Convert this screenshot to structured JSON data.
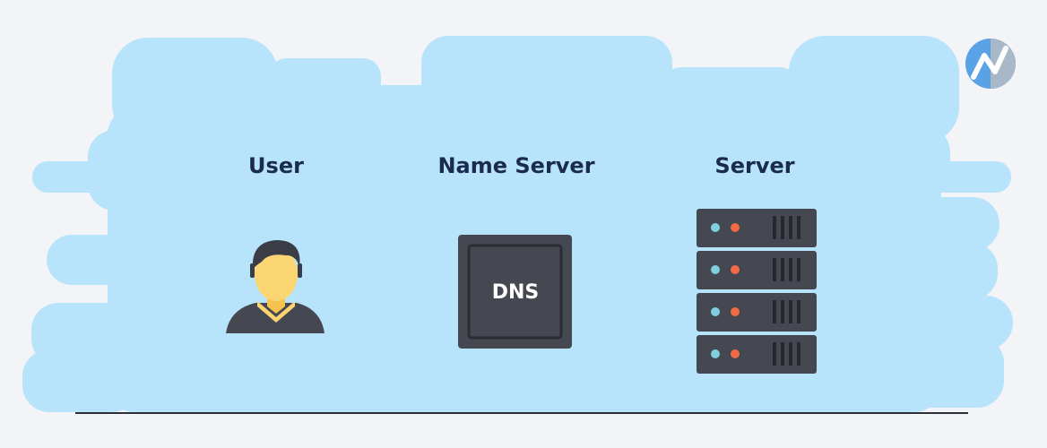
{
  "nodes": {
    "user": {
      "label": "User"
    },
    "name_server": {
      "label": "Name Server",
      "badge": "DNS"
    },
    "server": {
      "label": "Server"
    }
  },
  "colors": {
    "cloud": "#b8e4fb",
    "background": "#f3f4f8",
    "label_text": "#1b2b4d",
    "device_dark": "#454850",
    "skin": "#fbd571",
    "server_led_teal": "#7ecfe0",
    "server_led_orange": "#ef6a45"
  },
  "icons": [
    "user-icon",
    "dns-server-icon",
    "server-rack-icon",
    "brand-logo-icon"
  ]
}
